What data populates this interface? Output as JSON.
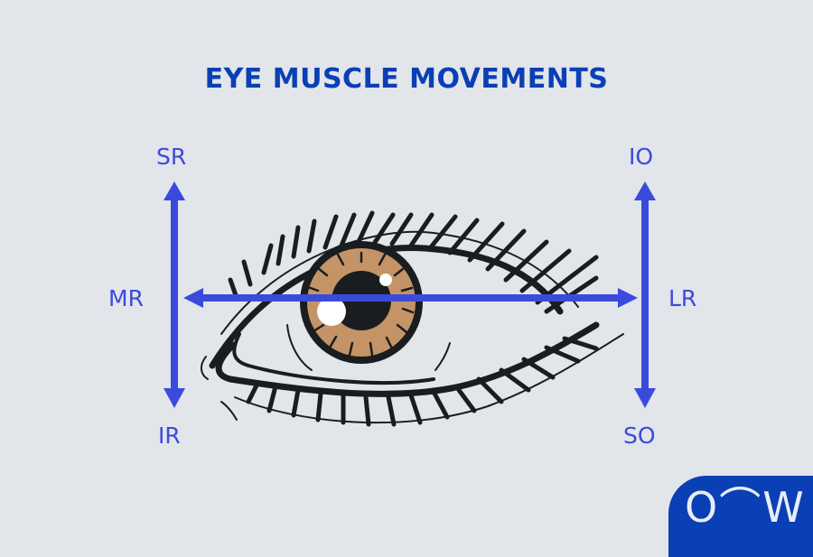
{
  "title": "EYE MUSCLE MOVEMENTS",
  "labels": {
    "superior_rectus": "SR",
    "inferior_rectus": "IR",
    "medial_rectus": "MR",
    "inferior_oblique": "IO",
    "superior_oblique": "SO",
    "lateral_rectus": "LR"
  },
  "colors": {
    "background": "#e2e5ea",
    "title": "#0a3fb5",
    "arrow": "#3a4bdc",
    "iris": "#c49466",
    "outline": "#1a1d20",
    "logo_bg": "#0a3fb5"
  },
  "logo": {
    "text": "O⌒W"
  }
}
